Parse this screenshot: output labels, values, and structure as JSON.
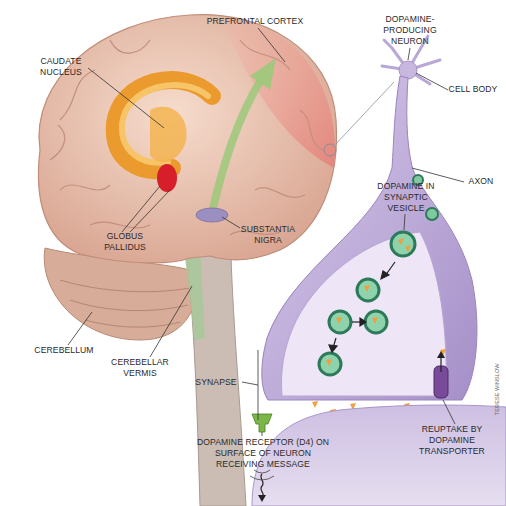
{
  "diagram": {
    "labels": [
      "PREFRONTAL CORTEX",
      "CAUDATE NUCLEUS",
      "GLOBUS PALLIDUS",
      "SUBSTANTIA NIGRA",
      "CEREBELLUM",
      "CEREBELLAR VERMIS",
      "DOPAMINE- PRODUCING NEURON",
      "CELL BODY",
      "AXON",
      "DOPAMINE IN SYNAPTIC VESICLE",
      "SYNAPSE",
      "REUPTAKE BY DOPAMINE TRANSPORTER",
      "DOPAMINE RECEPTOR (D4) ON SURFACE OF NEURON RECEIVING MESSAGE",
      "TERESE WINSLOW"
    ]
  }
}
